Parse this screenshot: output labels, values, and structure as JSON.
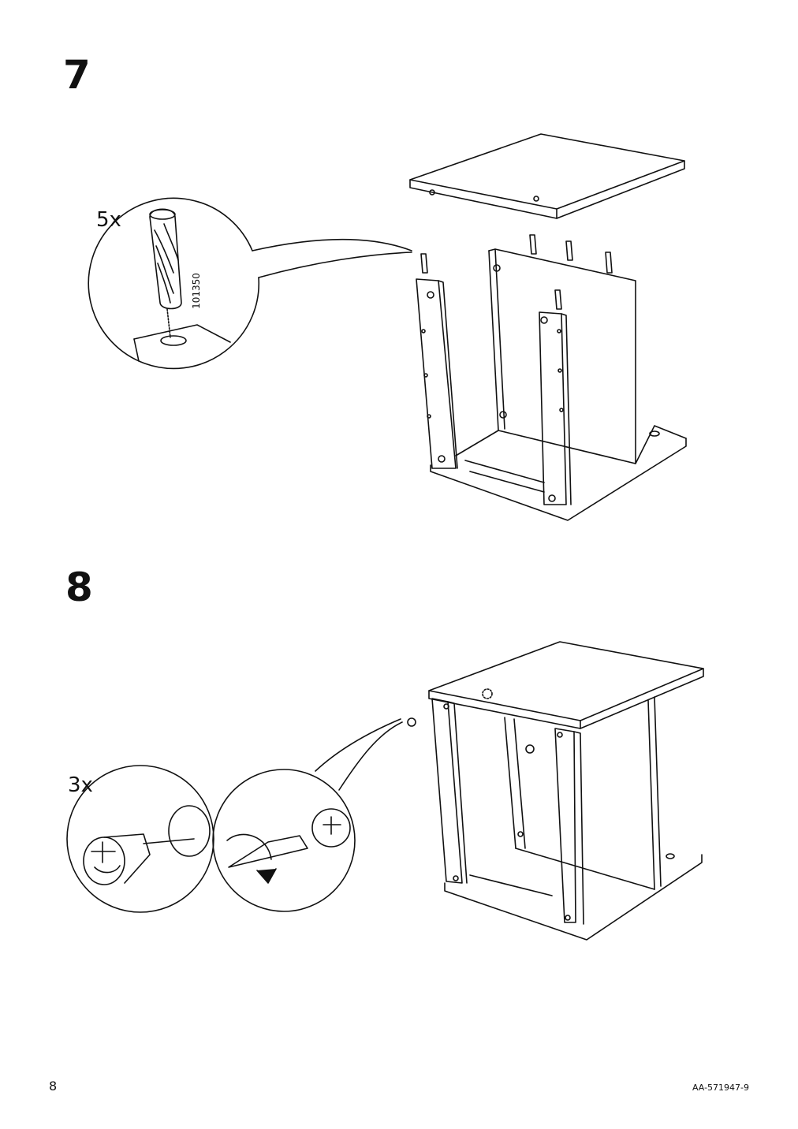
{
  "steps": [
    {
      "number": "7",
      "quantity": "5x",
      "part_code": "101350"
    },
    {
      "number": "8",
      "quantity": "3x"
    }
  ],
  "footer": {
    "page_number": "8",
    "document_code": "AA-571947-9"
  },
  "icons": {
    "dowel": "wooden-dowel-icon",
    "cam_lock": "cam-lock-fitting-icon",
    "screwdriver": "flat-screwdriver-icon",
    "rotate_arrow": "clockwise-arrow-icon"
  }
}
